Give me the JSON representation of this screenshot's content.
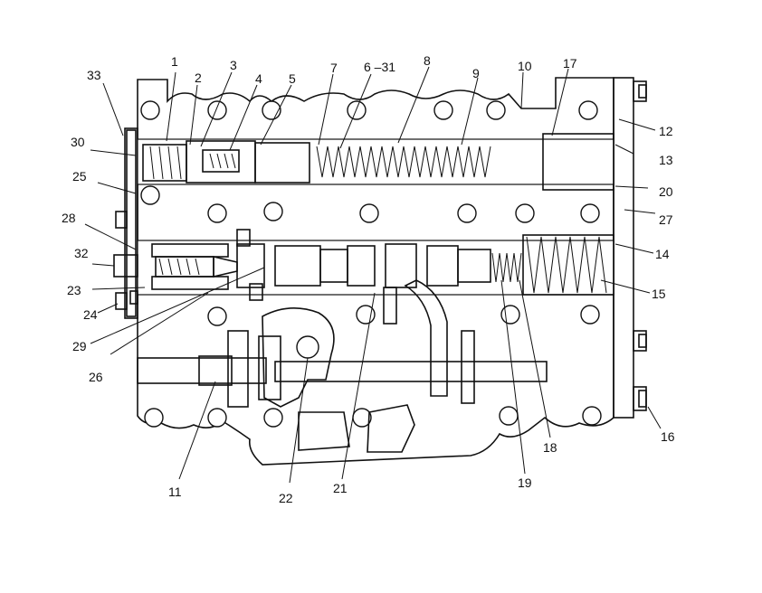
{
  "figure": {
    "labels": [
      {
        "id": "l1",
        "text": "1"
      },
      {
        "id": "l2",
        "text": "2"
      },
      {
        "id": "l3",
        "text": "3"
      },
      {
        "id": "l4",
        "text": "4"
      },
      {
        "id": "l5",
        "text": "5"
      },
      {
        "id": "l6-31",
        "text": "6 –31"
      },
      {
        "id": "l7",
        "text": "7"
      },
      {
        "id": "l8",
        "text": "8"
      },
      {
        "id": "l9",
        "text": "9"
      },
      {
        "id": "l10",
        "text": "10"
      },
      {
        "id": "l11",
        "text": "11"
      },
      {
        "id": "l12",
        "text": "12"
      },
      {
        "id": "l13",
        "text": "13"
      },
      {
        "id": "l14",
        "text": "14"
      },
      {
        "id": "l15",
        "text": "15"
      },
      {
        "id": "l16",
        "text": "16"
      },
      {
        "id": "l17",
        "text": "17"
      },
      {
        "id": "l18",
        "text": "18"
      },
      {
        "id": "l19",
        "text": "19"
      },
      {
        "id": "l20",
        "text": "20"
      },
      {
        "id": "l21",
        "text": "21"
      },
      {
        "id": "l22",
        "text": "22"
      },
      {
        "id": "l23",
        "text": "23"
      },
      {
        "id": "l24",
        "text": "24"
      },
      {
        "id": "l25",
        "text": "25"
      },
      {
        "id": "l26",
        "text": "26"
      },
      {
        "id": "l27",
        "text": "27"
      },
      {
        "id": "l28",
        "text": "28"
      },
      {
        "id": "l29",
        "text": "29"
      },
      {
        "id": "l30",
        "text": "30"
      },
      {
        "id": "l32",
        "text": "32"
      },
      {
        "id": "l33",
        "text": "33"
      }
    ]
  }
}
